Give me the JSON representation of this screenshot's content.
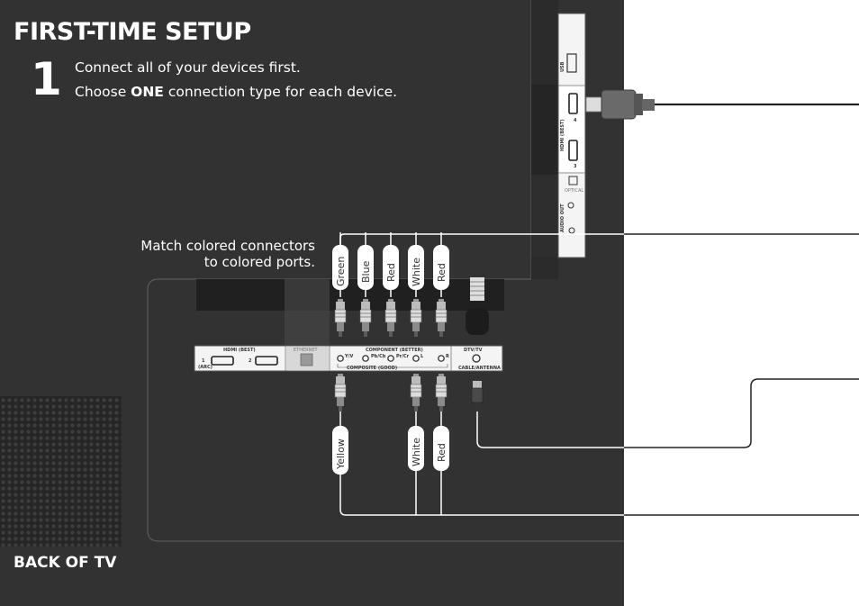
{
  "heading": {
    "title": "FIRST-TIME SETUP",
    "step_number": "1",
    "line1": "Connect all of your devices first.",
    "line2_prefix": "Choose ",
    "line2_emphasis": "ONE",
    "line2_suffix": " connection type for each device."
  },
  "callout": {
    "line1": "Match colored connectors",
    "line2": "to colored ports."
  },
  "footer_label": "BACK OF TV",
  "side_panel": {
    "usb": "USB",
    "hdmi": "HDMI (BEST)",
    "hdmi_port_a": "4",
    "hdmi_port_b": "3",
    "optical": "OPTICAL",
    "audio_out": "AUDIO OUT"
  },
  "bottom_panel": {
    "hdmi": "HDMI (BEST)",
    "hdmi_port_1": "1",
    "arc": "(ARC)",
    "hdmi_port_2": "2",
    "ethernet": "ETHERNET",
    "component": "COMPONENT (BETTER)",
    "composite": "COMPOSITE (GOOD)",
    "y_v": "Y/V",
    "pb_cb": "Pb/Cb",
    "pr_cr": "Pr/Cr",
    "l": "L",
    "r": "R",
    "dtv": "DTV/TV",
    "cable_antenna": "CABLE/ANTENNA"
  },
  "top_cables": [
    "Green",
    "Blue",
    "Red",
    "White",
    "Red"
  ],
  "bottom_cables": [
    "Yellow",
    "White",
    "Red"
  ],
  "colors": {
    "panel": "#333233",
    "tv_outline": "#5a5a5a",
    "connector_panel": "#f4f4f4",
    "cable": "#ffffff",
    "speaker": "#272727"
  }
}
